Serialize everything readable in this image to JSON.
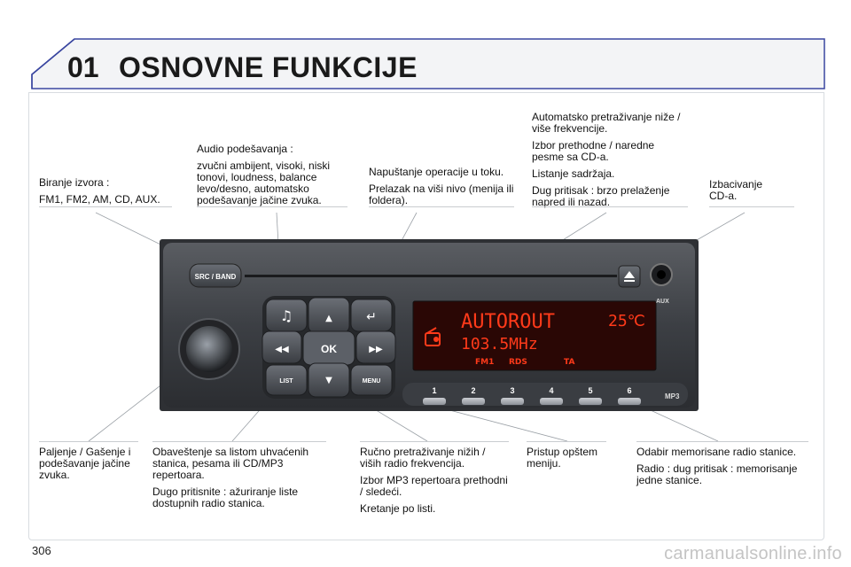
{
  "header": {
    "number": "01",
    "title": "OSNOVNE FUNKCIJE"
  },
  "callouts": {
    "src_band": [
      "Biranje izvora :",
      "FM1, FM2, AM, CD, AUX."
    ],
    "audio": [
      "Audio podešavanja :",
      "zvučni ambijent, visoki, niski tonovi, loudness, balance levo/desno, automatsko podešavanje jačine zvuka."
    ],
    "back": [
      "Napuštanje operacije u toku.",
      "Prelazak na viši nivo (menija ili foldera)."
    ],
    "seek": [
      "Automatsko pretraživanje niže / više frekvencije.",
      "Izbor prethodne / naredne pesme sa CD-a.",
      "Listanje sadržaja.",
      "Dug pritisak : brzo prelaženje napred ili nazad."
    ],
    "eject": [
      "Izbacivanje CD-a."
    ],
    "power": [
      "Paljenje / Gašenje i podešavanje jačine zvuka."
    ],
    "list": [
      "Obaveštenje sa listom uhvaćenih stanica, pesama ili CD/MP3 repertoara.",
      "Dugo pritisnite : ažuriranje liste dostupnih radio stanica."
    ],
    "manual": [
      "Ručno pretraživanje nižih / viših radio frekvencija.",
      "Izbor MP3 repertoara prethodni / sledeći.",
      "Kretanje po listi."
    ],
    "menu": [
      "Pristup opštem meniju."
    ],
    "presets": [
      "Odabir memorisane radio stanice.",
      "Radio : dug pritisak : memorisanje jedne stanice."
    ]
  },
  "radio": {
    "src_label": "SRC / BAND",
    "aux_label": "AUX",
    "mp3_label": "MP3",
    "ok_label": "OK",
    "list_label": "LIST",
    "menu_label": "MENU",
    "display": {
      "line1": "AUTOROUT",
      "temp": "25℃",
      "freq": "103.5MHz",
      "band": "FM1",
      "rds": "RDS",
      "ta": "TA"
    },
    "presets": [
      "1",
      "2",
      "3",
      "4",
      "5",
      "6"
    ]
  },
  "footer": {
    "page": "306",
    "watermark": "carmanualsonline.info"
  },
  "colors": {
    "lcd_text": "#ff3a1a",
    "lcd_bg": "#2a0705",
    "header_rule": "#2f3b8c"
  }
}
